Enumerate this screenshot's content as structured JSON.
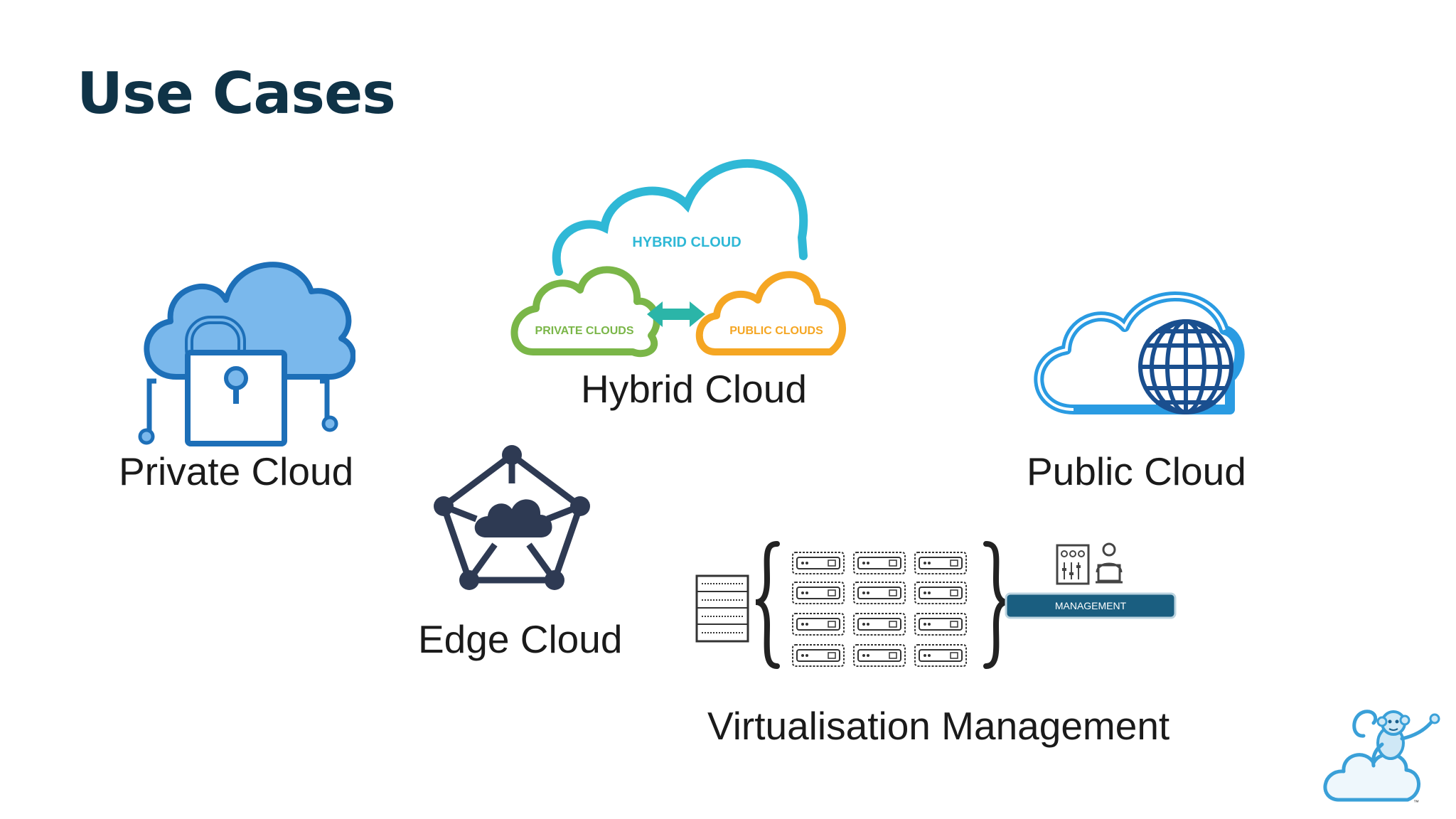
{
  "slide": {
    "title": "Use Cases",
    "colors": {
      "title": "#0f3347",
      "private_blue": "#1d6fb8",
      "hybrid_cyan": "#2fb8d6",
      "private_clouds_green": "#7ab648",
      "public_clouds_orange": "#f5a623",
      "arrow_teal": "#2bb5a8",
      "public_blue": "#2a9be2",
      "edge_navy": "#2e3a53",
      "management_bar": "#1a5e80"
    }
  },
  "use_cases": {
    "private_cloud": {
      "label": "Private Cloud",
      "icon": "cloud-lock-icon"
    },
    "hybrid_cloud": {
      "label": "Hybrid Cloud",
      "icon": "hybrid-cloud-icon",
      "diagram": {
        "hybrid_label": "HYBRID CLOUD",
        "private_label": "PRIVATE CLOUDS",
        "public_label": "PUBLIC CLOUDS"
      }
    },
    "public_cloud": {
      "label": "Public Cloud",
      "icon": "cloud-globe-icon"
    },
    "edge_cloud": {
      "label": "Edge Cloud",
      "icon": "edge-network-icon"
    },
    "virtualisation_management": {
      "label": "Virtualisation Management",
      "icon": "server-rack-icon",
      "management_label": "MANAGEMENT"
    }
  },
  "branding": {
    "logo": "monkey-on-cloud-logo"
  }
}
